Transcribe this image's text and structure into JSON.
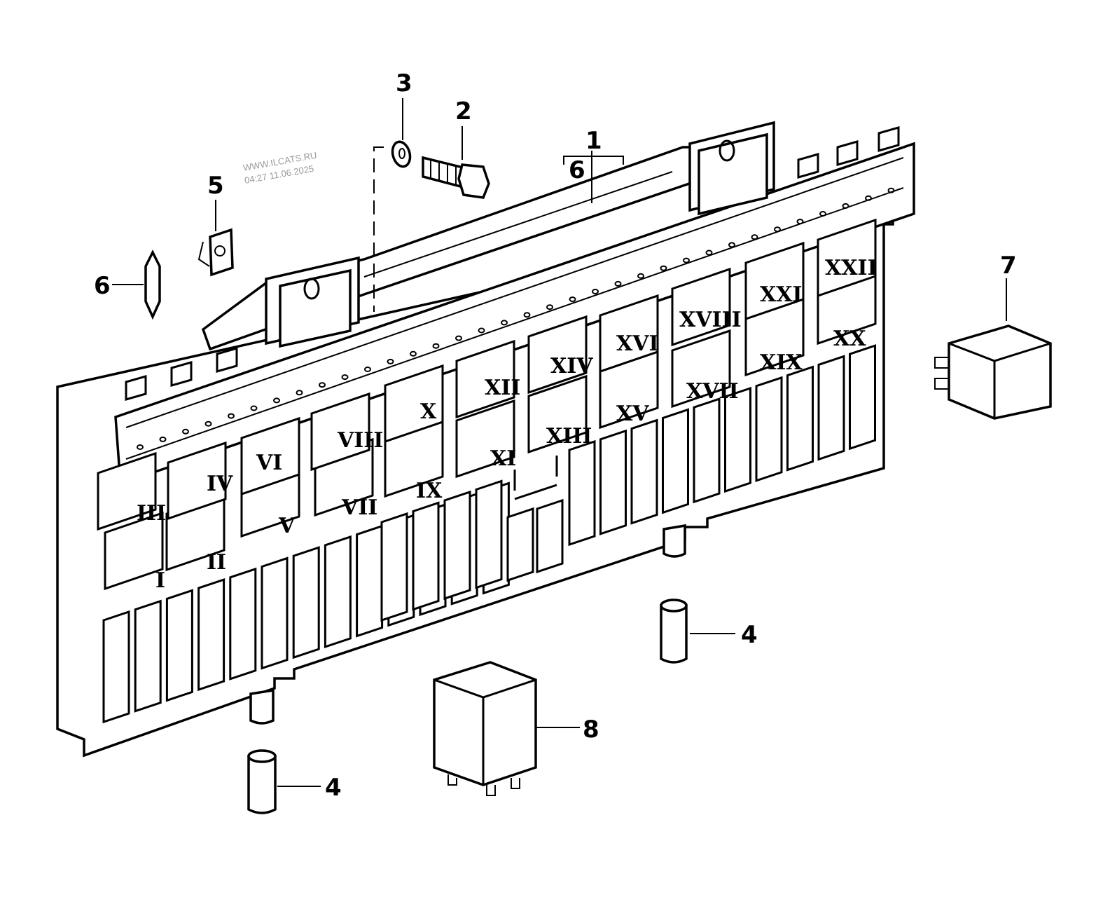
{
  "watermark": {
    "site": "WWW.ILCATS.RU",
    "stamp": "04:27 11.06.2025"
  },
  "callouts": {
    "c1": "1",
    "c6top": "6",
    "c2": "2",
    "c3": "3",
    "c4a": "4",
    "c4b": "4",
    "c5": "5",
    "c6": "6",
    "c7": "7",
    "c8": "8"
  },
  "positions": {
    "p1": "I",
    "p2": "II",
    "p3": "III",
    "p4": "IV",
    "p5": "V",
    "p6": "VI",
    "p7": "VII",
    "p8": "VIII",
    "p9": "IX",
    "p10": "X",
    "p11": "XI",
    "p12": "XII",
    "p13": "XIII",
    "p14": "XIV",
    "p15": "XV",
    "p16": "XVI",
    "p17": "XVII",
    "p18": "XVIII",
    "p19": "XIX",
    "p20": "XX",
    "p21": "XXI",
    "p22": "XXII"
  },
  "colors": {
    "line": "#000000",
    "background": "#ffffff",
    "watermark": "#9a9a9a"
  }
}
